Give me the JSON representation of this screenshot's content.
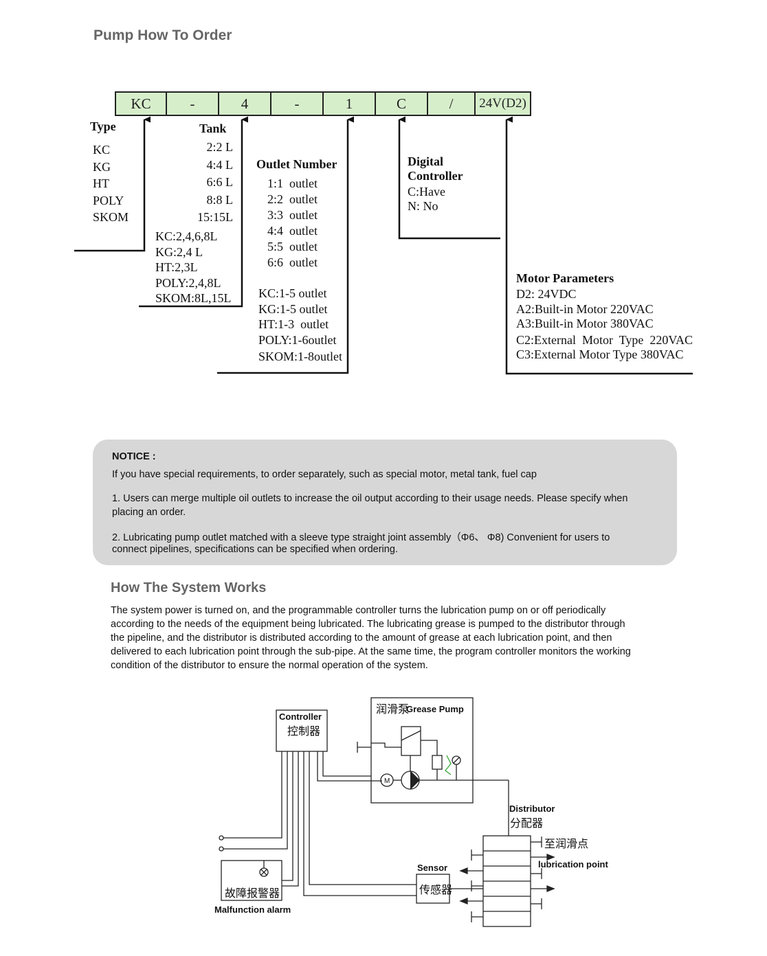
{
  "order": {
    "title": "Pump How To Order",
    "code": [
      "KC",
      "-",
      "4",
      "-",
      "1",
      "C",
      "/",
      "24V(D2)"
    ],
    "type": {
      "heading": "Type",
      "items": [
        "KC",
        "KG",
        "HT",
        "POLY",
        "SKOM"
      ]
    },
    "tank": {
      "heading": "Tank",
      "items": [
        "2:2 L",
        "4:4 L",
        "6:6 L",
        "8:8 L",
        "15:15L"
      ],
      "models": [
        "KC:2,4,6,8L",
        "KG:2,4 L",
        "HT:2,3L",
        "POLY:2,4,8L",
        "SKOM:8L,15L"
      ]
    },
    "outlet": {
      "heading": "Outlet Number",
      "items": [
        "1:1  outlet",
        "2:2  outlet",
        "3:3  outlet",
        "4:4  outlet",
        "5:5  outlet",
        "6:6  outlet"
      ],
      "models": [
        "KC:1-5 outlet",
        "KG:1-5 outlet",
        "HT:1-3  outlet",
        "POLY:1-6outlet",
        "SKOM:1-8outlet"
      ]
    },
    "controller": {
      "heading_line1": "Digital",
      "heading_line2": "Controller",
      "items": [
        "C:Have",
        "N: No"
      ]
    },
    "motor": {
      "heading": "Motor Parameters",
      "items": [
        "D2: 24VDC",
        "A2:Built-in Motor 220VAC",
        "A3:Built-in Motor 380VAC",
        "C2:External  Motor  Type  220VAC",
        "C3:External Motor Type 380VAC"
      ]
    }
  },
  "notice": {
    "title": "NOTICE :",
    "line1": "If you have special requirements, to order separately, such as special motor, metal tank, fuel cap",
    "item1_a": "1. Users can merge multiple oil outlets to increase the oil output according to their usage needs. Please specify when",
    "item1_b": "placing an order.",
    "item2_a": "2. Lubricating pump outlet matched with a sleeve type straight joint assembly（Φ6、 Φ8) Convenient for users to",
    "item2_b": "connect pipelines, specifications can be specified when ordering."
  },
  "works": {
    "title": "How The System Works",
    "lines": [
      "The system power is turned on, and the programmable controller turns the lubrication pump on or off periodically",
      "according to the needs of the equipment being lubricated. The lubricating grease is pumped to the distributor through",
      "the pipeline, and the distributor is distributed according to the amount of grease at each lubrication point, and then",
      "delivered to each lubrication point through the sub-pipe. At the same time, the program controller monitors the working",
      "condition of the distributor to ensure the normal operation of the system."
    ]
  },
  "diagram": {
    "controller_en": "Controller",
    "controller_cn": "控制器",
    "pump_cn": "润滑泵",
    "pump_en": "Grease Pump",
    "distributor_en": "Distributor",
    "distributor_cn": "分配器",
    "lub_cn": "至润滑点",
    "lub_en": "lubrication point",
    "sensor_en": "Sensor",
    "sensor_cn": "传感器",
    "alarm_cn": "故障报警器",
    "alarm_en": "Malfunction alarm",
    "motor_symbol": "M"
  }
}
